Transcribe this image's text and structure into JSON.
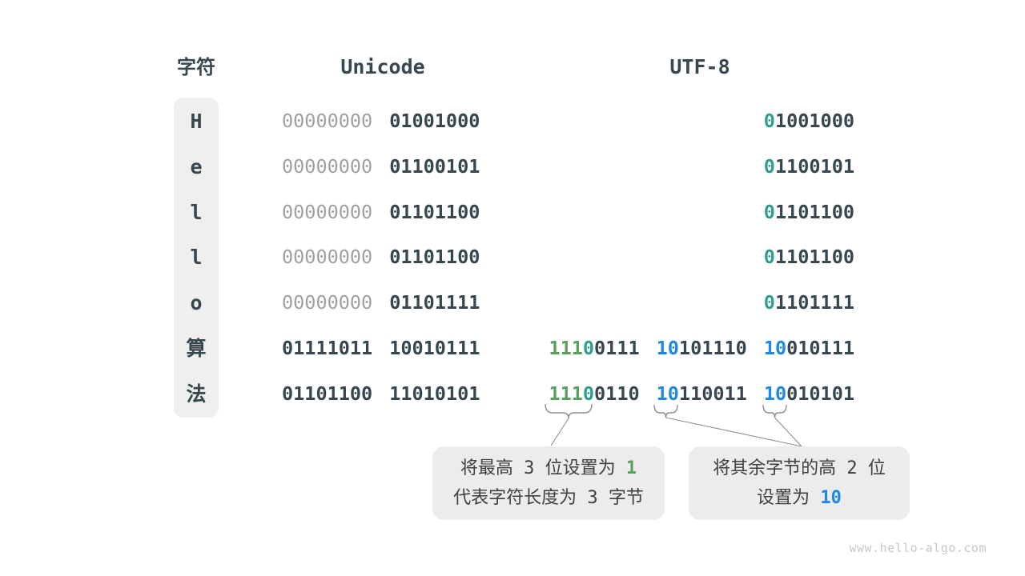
{
  "header": {
    "char_label": "字符",
    "unicode_label": "Unicode",
    "utf8_label": "UTF-8"
  },
  "rows": [
    {
      "char": "H",
      "unicode": [
        [
          [
            "gray",
            "00000000"
          ]
        ],
        [
          [
            "dark",
            "01001000"
          ]
        ]
      ],
      "utf8": [
        [
          [
            "teal",
            "0"
          ],
          [
            "dark",
            "1001000"
          ]
        ]
      ]
    },
    {
      "char": "e",
      "unicode": [
        [
          [
            "gray",
            "00000000"
          ]
        ],
        [
          [
            "dark",
            "01100101"
          ]
        ]
      ],
      "utf8": [
        [
          [
            "teal",
            "0"
          ],
          [
            "dark",
            "1100101"
          ]
        ]
      ]
    },
    {
      "char": "l",
      "unicode": [
        [
          [
            "gray",
            "00000000"
          ]
        ],
        [
          [
            "dark",
            "01101100"
          ]
        ]
      ],
      "utf8": [
        [
          [
            "teal",
            "0"
          ],
          [
            "dark",
            "1101100"
          ]
        ]
      ]
    },
    {
      "char": "l",
      "unicode": [
        [
          [
            "gray",
            "00000000"
          ]
        ],
        [
          [
            "dark",
            "01101100"
          ]
        ]
      ],
      "utf8": [
        [
          [
            "teal",
            "0"
          ],
          [
            "dark",
            "1101100"
          ]
        ]
      ]
    },
    {
      "char": "o",
      "unicode": [
        [
          [
            "gray",
            "00000000"
          ]
        ],
        [
          [
            "dark",
            "01101111"
          ]
        ]
      ],
      "utf8": [
        [
          [
            "teal",
            "0"
          ],
          [
            "dark",
            "1101111"
          ]
        ]
      ]
    },
    {
      "char": "算",
      "unicode": [
        [
          [
            "dark",
            "01111011"
          ]
        ],
        [
          [
            "dark",
            "10010111"
          ]
        ]
      ],
      "utf8": [
        [
          [
            "green",
            "111"
          ],
          [
            "teal",
            "0"
          ],
          [
            "dark",
            "0111"
          ]
        ],
        [
          [
            "blue",
            "10"
          ],
          [
            "dark",
            "101110"
          ]
        ],
        [
          [
            "blue",
            "10"
          ],
          [
            "dark",
            "010111"
          ]
        ]
      ]
    },
    {
      "char": "法",
      "unicode": [
        [
          [
            "dark",
            "01101100"
          ]
        ],
        [
          [
            "dark",
            "11010101"
          ]
        ]
      ],
      "utf8": [
        [
          [
            "green",
            "111"
          ],
          [
            "teal",
            "0"
          ],
          [
            "dark",
            "0110"
          ]
        ],
        [
          [
            "blue",
            "10"
          ],
          [
            "dark",
            "110011"
          ]
        ],
        [
          [
            "blue",
            "10"
          ],
          [
            "dark",
            "010101"
          ]
        ]
      ]
    }
  ],
  "callouts": {
    "three_byte": {
      "lines": [
        [
          [
            "t",
            "将最高"
          ],
          [
            "n",
            " 3 "
          ],
          [
            "t",
            "位设置为"
          ],
          [
            "g",
            " 1"
          ]
        ],
        [
          [
            "t",
            "代表字符长度为"
          ],
          [
            "n",
            " 3 "
          ],
          [
            "t",
            "字节"
          ]
        ]
      ]
    },
    "continuation": {
      "lines": [
        [
          [
            "t",
            "将其余字节的高"
          ],
          [
            "n",
            " 2 "
          ],
          [
            "t",
            "位"
          ]
        ],
        [
          [
            "t",
            "设置为"
          ],
          [
            "b",
            " 10"
          ]
        ]
      ]
    }
  },
  "watermark": "www.hello-algo.com",
  "colors": {
    "dark": "#37474f",
    "gray": "#9ea0a3",
    "teal": "#2f9e8f",
    "green": "#58a05c",
    "blue": "#1e88e5",
    "boxbg": "#ececec",
    "colbg": "#efefef",
    "line": "#8f8f8f",
    "watermark": "#c8c8c8"
  }
}
